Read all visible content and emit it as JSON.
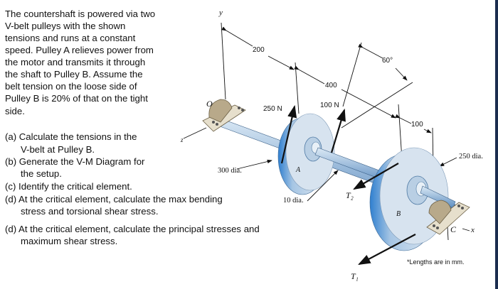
{
  "problem": {
    "intro_lines": [
      "The countershaft is powered via two",
      "V-belt pulleys with the shown",
      "tensions and runs at a constant",
      "speed.  Pulley A relieves power from",
      "the motor and transmits it through",
      "the shaft to Pulley B.  Assume the",
      "belt tension on the loose side of",
      "Pulley B is 20% of that on the tight",
      "side."
    ],
    "questions": [
      "(a) Calculate the tensions in the",
      "      V-belt at Pulley B.",
      "(b) Generate the V-M Diagram for",
      "      the setup.",
      "(c) Identify the critical element.",
      "(d) At the critical element, calculate the max bending",
      "      stress and torsional shear stress.",
      "(d) At the critical element, calculate the principal stresses and",
      "      maximum shear stress."
    ]
  },
  "figure": {
    "axis_y": "y",
    "axis_z": "z",
    "axis_x": "x",
    "point_o": "O",
    "dim_200": "200",
    "dim_400": "400",
    "dim_100": "100",
    "angle": "60°",
    "force_250": "250 N",
    "force_100": "100 N",
    "pulley_a": "A",
    "pulley_b": "B",
    "bearing_c": "C",
    "dia_300": "300 dia.",
    "dia_250": "250 dia.",
    "dia_10": "10 dia.",
    "t1": "T₁",
    "t2": "T₂",
    "note": "*Lengths are in mm."
  }
}
